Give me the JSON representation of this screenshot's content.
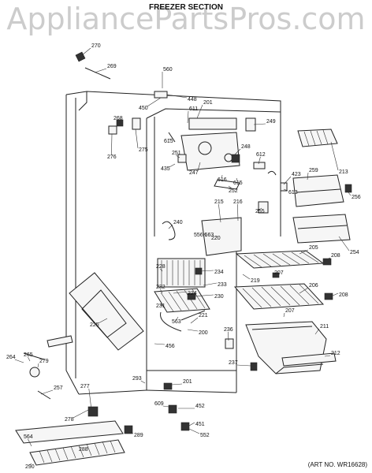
{
  "title": "FREEZER SECTION",
  "watermark": "AppliancePartsPros.com",
  "art_no": "(ART NO. WR16628)",
  "part_labels": [
    "270",
    "269",
    "560",
    "448",
    "450",
    "611",
    "201",
    "268",
    "249",
    "615",
    "251",
    "275",
    "276",
    "435",
    "247",
    "248",
    "612",
    "213",
    "423",
    "259",
    "616",
    "615",
    "252",
    "613",
    "256",
    "255",
    "215",
    "216",
    "240",
    "556,563",
    "220",
    "205",
    "208",
    "254",
    "228",
    "234",
    "219",
    "207",
    "232",
    "233",
    "230",
    "206",
    "208",
    "224",
    "231",
    "563",
    "221",
    "207",
    "225",
    "200",
    "456",
    "211",
    "236",
    "265",
    "264",
    "279",
    "237",
    "212",
    "293",
    "201",
    "257",
    "277",
    "609",
    "452",
    "278",
    "451",
    "564",
    "289",
    "552",
    "288",
    "290"
  ]
}
